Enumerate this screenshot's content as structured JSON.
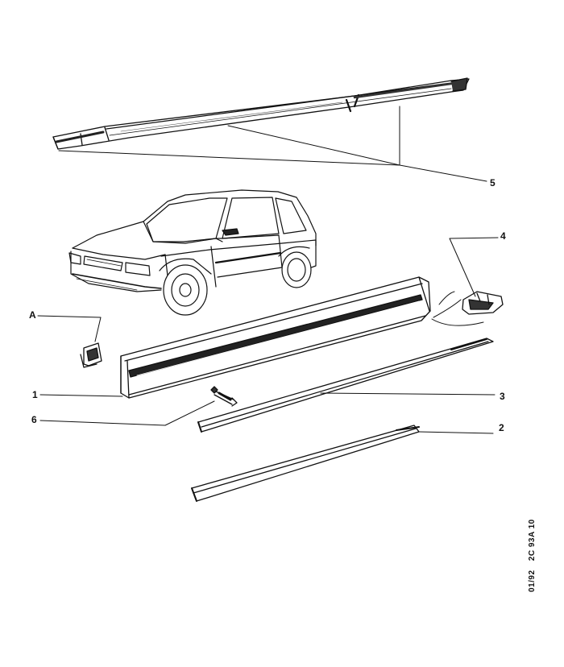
{
  "callouts": {
    "five": "5",
    "four": "4",
    "a": "A",
    "one": "1",
    "three": "3",
    "six": "6",
    "two": "2"
  },
  "reference": {
    "date": "01/92",
    "code": "2C 93A 10"
  },
  "colors": {
    "line": "#111111",
    "fill": "#ffffff",
    "shade": "#555555"
  }
}
